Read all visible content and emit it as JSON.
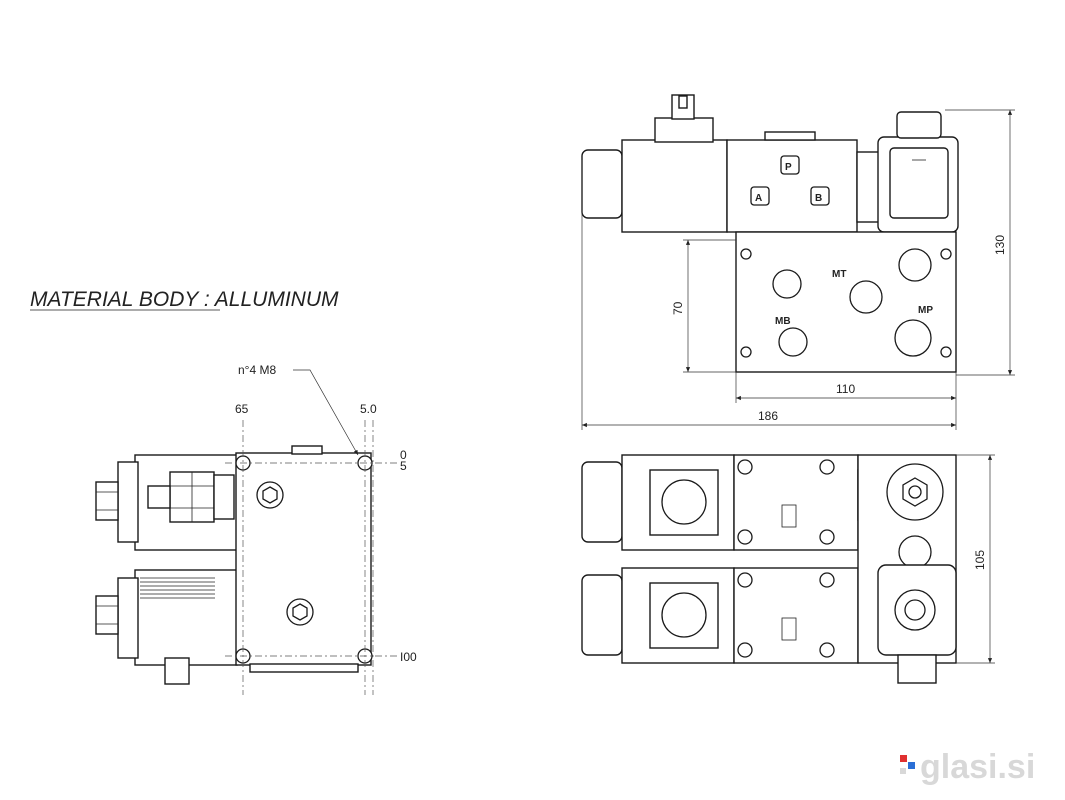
{
  "material": {
    "label": "MATERIAL BODY",
    "separator": " : ",
    "value": "ALLUMINUM"
  },
  "left_view": {
    "thread_callout": "n°4 M8",
    "dims": {
      "d65": "65",
      "d50": "5.0",
      "d0": "0",
      "d5": "5",
      "d100": "I00"
    }
  },
  "top_right_view": {
    "port_letters": {
      "p": "P",
      "a": "A",
      "b": "B"
    },
    "port_labels": {
      "mt": "MT",
      "mb": "MB",
      "mp": "MP"
    },
    "dims": {
      "height": "130",
      "block_height": "70",
      "block_width": "110",
      "total_width": "186"
    }
  },
  "bottom_right_view": {
    "dims": {
      "height": "105"
    }
  },
  "watermark": {
    "text": "glasi.si"
  },
  "colors": {
    "line": "#1a1a1a",
    "watermark": "#d8d8d8",
    "logo_red": "#e03030",
    "logo_blue": "#2a6fd6"
  }
}
